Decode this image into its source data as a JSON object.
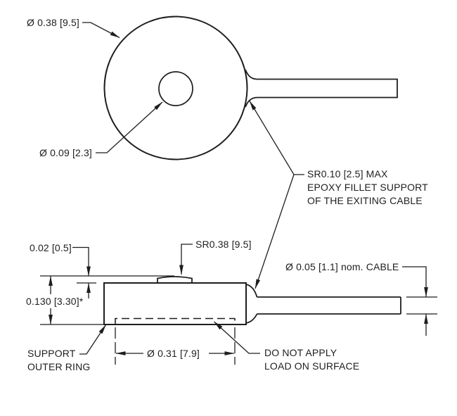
{
  "labels": {
    "outer_diameter": "Ø 0.38 [9.5]",
    "hole_diameter": "Ø 0.09 [2.3]",
    "epoxy_note": [
      "SR0.10 [2.5] MAX",
      "EPOXY FILLET SUPPORT",
      "OF THE EXITING CABLE"
    ],
    "cap_height": "0.02 [0.5]",
    "cap_radius": "SR0.38 [9.5]",
    "cable_diameter": "Ø 0.05 [1.1] nom. CABLE",
    "total_height": "0.130 [3.30]*",
    "support_note": [
      "SUPPORT",
      "OUTER RING"
    ],
    "load_surface_diameter": "Ø 0.31 [7.9]",
    "do_not_apply_note": [
      "DO NOT APPLY",
      "LOAD ON SURFACE"
    ]
  },
  "colors": {
    "line": "#1e1e1c",
    "background": "#ffffff"
  }
}
